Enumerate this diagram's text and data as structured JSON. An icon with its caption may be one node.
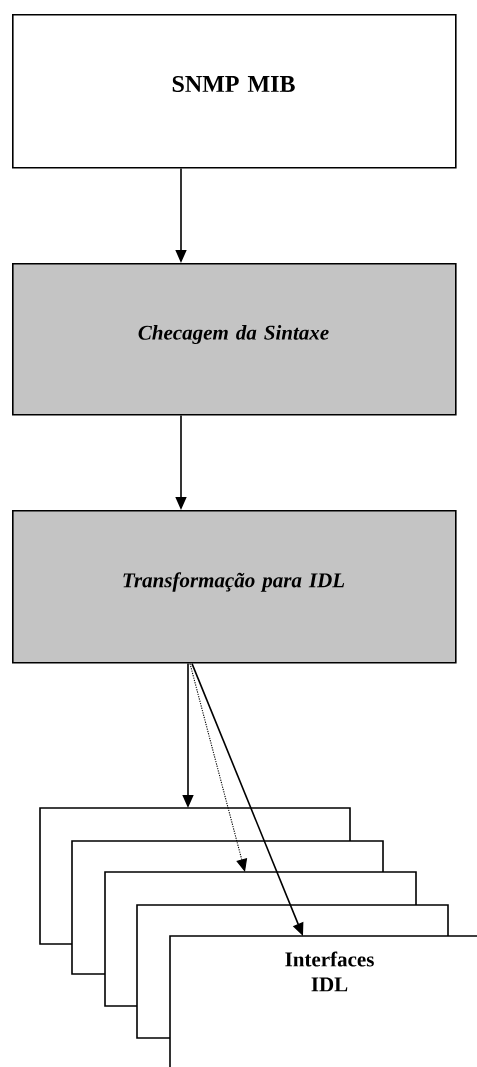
{
  "diagram": {
    "nodes": [
      {
        "text": [
          "SNMP MIB"
        ]
      },
      {
        "text": [
          "Checagem da Sintaxe"
        ]
      },
      {
        "text": [
          "Transformação para IDL"
        ]
      },
      {
        "text": [
          "Interfaces IDL"
        ]
      }
    ],
    "edges": [
      {
        "from": 0,
        "to": 1,
        "arrow": "to"
      },
      {
        "from": 1,
        "to": 2,
        "arrow": "to"
      },
      {
        "from": 2,
        "to": 3,
        "arrow": "to"
      },
      {
        "from": 2,
        "to": 3,
        "arrow": "to",
        "style": "dashed"
      },
      {
        "from": 2,
        "to": 3,
        "arrow": "to"
      }
    ]
  }
}
